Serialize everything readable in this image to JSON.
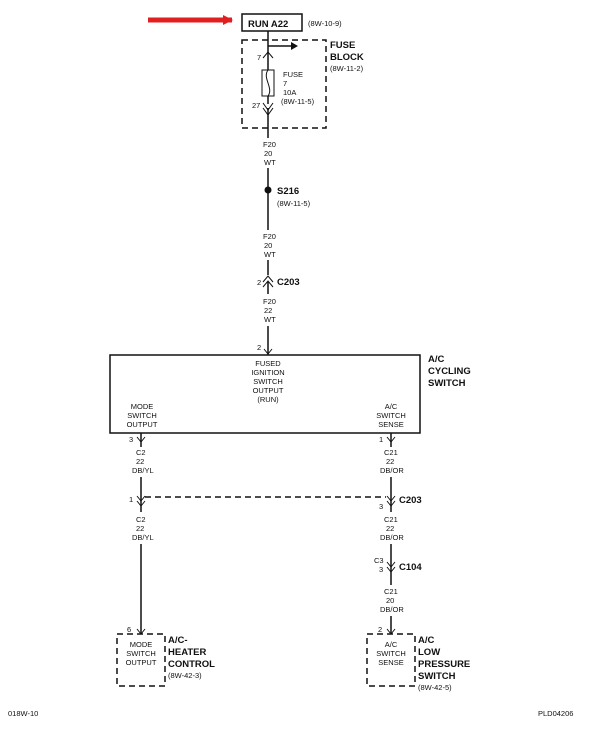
{
  "header": {
    "circuit": "RUN A22",
    "circuit_ref": "(8W-10-9)",
    "arrow_color": "#e02020"
  },
  "fuse_block": {
    "title_line1": "FUSE",
    "title_line2": "BLOCK",
    "ref": "(8W-11-2)",
    "pin_in": "7",
    "pin_out": "27",
    "fuse_label": "FUSE",
    "fuse_num": "7",
    "fuse_amp": "10A",
    "fuse_ref": "(8W-11-5)"
  },
  "wire_f20_a": {
    "circuit": "F20",
    "gauge": "20",
    "color": "WT"
  },
  "splice": {
    "name": "S216",
    "ref": "(8W-11-5)"
  },
  "wire_f20_b": {
    "circuit": "F20",
    "gauge": "20",
    "color": "WT"
  },
  "c203_top": {
    "pin": "2",
    "name": "C203"
  },
  "wire_f20_c": {
    "circuit": "F20",
    "gauge": "22",
    "color": "WT"
  },
  "ac_switch": {
    "pin_top": "2",
    "title_line1": "A/C",
    "title_line2": "CYCLING",
    "title_line3": "SWITCH",
    "center_line1": "FUSED",
    "center_line2": "IGNITION",
    "center_line3": "SWITCH",
    "center_line4": "OUTPUT",
    "center_line5": "(RUN)",
    "left_line1": "MODE",
    "left_line2": "SWITCH",
    "left_line3": "OUTPUT",
    "right_line1": "A/C",
    "right_line2": "SWITCH",
    "right_line3": "SENSE",
    "pin_left": "3",
    "pin_right": "1"
  },
  "wire_c2_a": {
    "circuit": "C2",
    "gauge": "22",
    "color": "DB/YL"
  },
  "wire_c21_a": {
    "circuit": "C21",
    "gauge": "22",
    "color": "DB/OR"
  },
  "c203_bottom": {
    "pin_left": "1",
    "pin_right": "3",
    "name": "C203"
  },
  "wire_c2_b": {
    "circuit": "C2",
    "gauge": "22",
    "color": "DB/YL"
  },
  "wire_c21_b": {
    "circuit": "C21",
    "gauge": "22",
    "color": "DB/OR"
  },
  "c104": {
    "cavity": "C3",
    "pin": "3",
    "name": "C104"
  },
  "wire_c21_c": {
    "circuit": "C21",
    "gauge": "20",
    "color": "DB/OR"
  },
  "heater_control": {
    "pin": "6",
    "box_line1": "MODE",
    "box_line2": "SWITCH",
    "box_line3": "OUTPUT",
    "title_line1": "A/C-",
    "title_line2": "HEATER",
    "title_line3": "CONTROL",
    "ref": "(8W-42-3)"
  },
  "pressure_switch": {
    "pin": "2",
    "box_line1": "A/C",
    "box_line2": "SWITCH",
    "box_line3": "SENSE",
    "title_line1": "A/C",
    "title_line2": "LOW",
    "title_line3": "PRESSURE",
    "title_line4": "SWITCH",
    "ref": "(8W-42-5)"
  },
  "footer": {
    "left_code": "018W-10",
    "right_code": "PLD04206"
  }
}
